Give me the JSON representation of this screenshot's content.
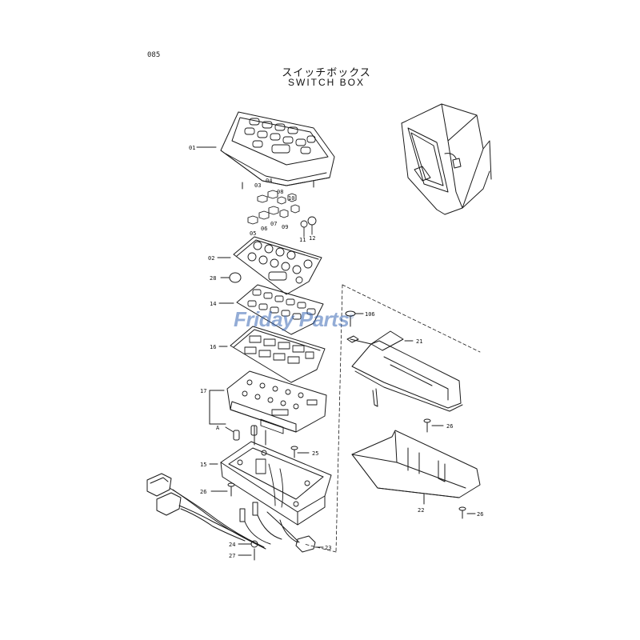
{
  "page_number": "085",
  "title_jp": "スイッチボックス",
  "title_en": "SWITCH BOX",
  "watermark": {
    "text": "Friday Parts",
    "mark": "®",
    "color": "#3a68b4"
  },
  "callouts": {
    "c01": "01",
    "c02": "02",
    "c03": "03",
    "c04": "04",
    "c05": "05",
    "c06": "06",
    "c07": "07",
    "c08": "08",
    "c09": "09",
    "c10": "10",
    "c11": "11",
    "c12": "12",
    "c14": "14",
    "c15": "15",
    "c16": "16",
    "c17": "17",
    "c21": "21",
    "c22": "22",
    "c23": "23",
    "c24": "24",
    "c25": "25",
    "c26a": "26",
    "c26b": "26",
    "c26c": "26",
    "c27": "27",
    "c28": "28",
    "cA": "A",
    "c106": "106"
  }
}
